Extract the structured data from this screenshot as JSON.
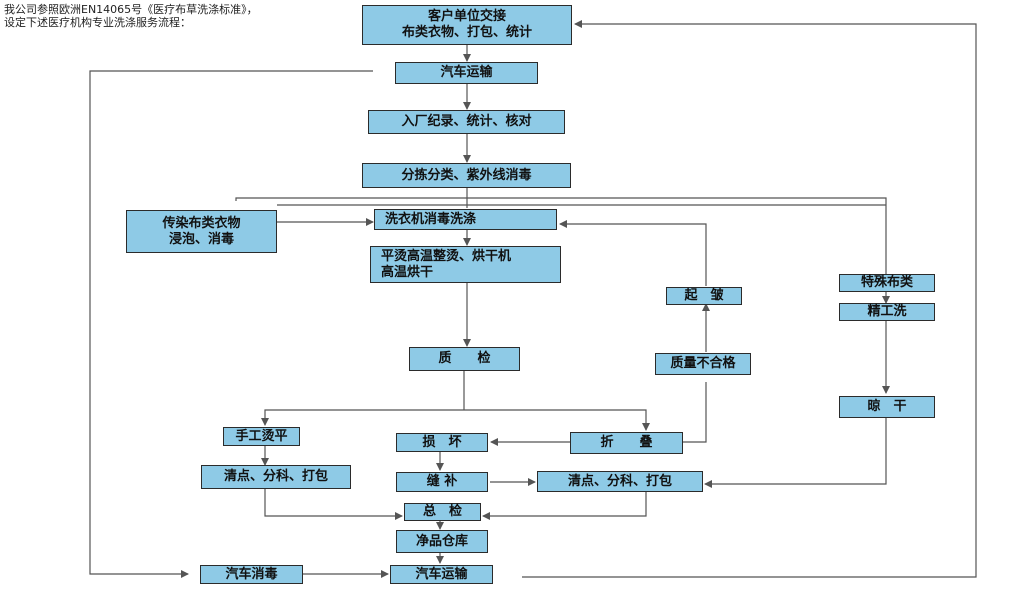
{
  "intro": {
    "line1": "我公司参照欧洲EN14065号《医疗布草洗涤标准》，",
    "line2": "设定下述医疗机构专业洗涤服务流程："
  },
  "colors": {
    "box_fill": "#8ecae6",
    "box_border": "#2b2b2b",
    "line": "#555555"
  },
  "nodes": {
    "customer": "客户单位交接\n布类衣物、打包、统计",
    "truck1": "汽车运输",
    "intake": "入厂纪录、统计、核对",
    "sorting": "分拣分类、紫外线消毒",
    "infectious": "传染布类衣物\n浸泡、消毒",
    "washer": "洗衣机消毒洗涤",
    "ironing": "平烫高温整烫、烘干机\n高温烘干",
    "inspection": "质　　检",
    "rewrinkle": "起　皱",
    "quality_fail": "质量不合格",
    "special": "特殊布类",
    "fine_wash": "精工洗",
    "air_dry": "晾　干",
    "hand_iron": "手工烫平",
    "damage": "损　坏",
    "fold": "折　　叠",
    "pack_left": "清点、分科、打包",
    "mend": "缝 补",
    "pack_right": "清点、分科、打包",
    "final_check": "总　检",
    "clean_store": "净品仓库",
    "truck_disinfect": "汽车消毒",
    "truck2": "汽车运输"
  }
}
